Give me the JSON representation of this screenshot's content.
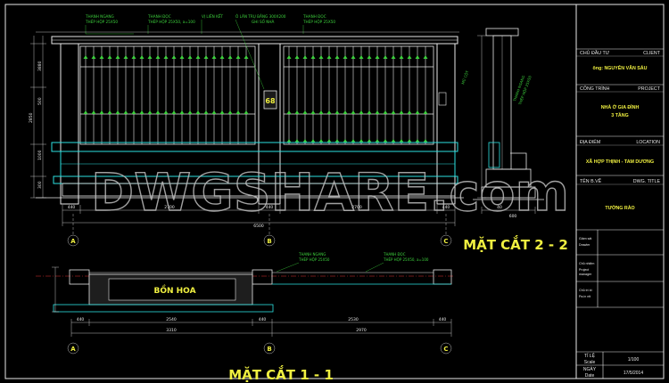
{
  "colors": {
    "bg": "#000000",
    "white": "#e8e8e8",
    "cyan": "#2de0e0",
    "green": "#3cd03c",
    "yellow": "#f0f040",
    "red": "#e23030",
    "grey": "#9a9a9a",
    "watermark": "#bdbdbd"
  },
  "watermark": "DWGSHARE.com",
  "elevation": {
    "labels": {
      "thanh_ngang": "THANH NGANG",
      "thep_hop_1": "THÉP HỘP 25X50",
      "thanh_doc": "THANH ĐỌC",
      "thep_hop_2": "THÉP HỘP 25X50, a=100",
      "vi_lien_ket": "VỊ LIÊN KẾT",
      "o_lan": "Ô LĂN TRỤ BẰNG 300X200",
      "ghi_so_nha": "GHI SỐ NHÀ",
      "thanh_doc_2": "THANH ĐỌC",
      "thep_hop_3": "THÉP HỘP 25X50"
    },
    "house_number": "68",
    "dims_bottom": [
      "440",
      "2700",
      "440",
      "2700",
      "440"
    ],
    "total_dim": "6500",
    "dims_left": [
      "3880",
      "500",
      "1000",
      "300",
      "2850"
    ],
    "axes": [
      "A",
      "B",
      "C"
    ]
  },
  "section22": {
    "title": "MẶT CẮT 2 - 2",
    "dims_bottom": [
      "40",
      "600"
    ],
    "labels": [
      "THANH NGANG",
      "THÉP HỘP 25X50",
      "MŨ CỘT"
    ]
  },
  "section11": {
    "title": "MẶT CẮT 1 - 1",
    "planter": "BỒN HOA",
    "labels": {
      "a": "THANH NGANG",
      "b": "THÉP HỘP 25X50",
      "c": "THANH ĐỌC",
      "d": "THÉP HỘP 25X50, a=100"
    },
    "dims_bottom": [
      "440",
      "2540",
      "440",
      "2530",
      "440"
    ],
    "dims_total": [
      "3310",
      "2970"
    ],
    "axes": [
      "A",
      "B",
      "C"
    ]
  },
  "title_block": {
    "owner_label": "CHỦ ĐẦU TƯ",
    "client_label": "CLIENT",
    "owner_value": "ông: NGUYỄN VĂN SÁU",
    "project_label": "CÔNG TRÌNH",
    "project_label_en": "PROJECT",
    "project_value_1": "NHÀ Ở GIA ĐÌNH",
    "project_value_2": "3 TẦNG",
    "location_label": "ĐỊA ĐIỂM",
    "location_label_en": "LOCATION",
    "location_value": "XÃ HỢP THỊNH - TAM DƯƠNG",
    "title_label": "TÊN B.VẼ",
    "title_label_en": "DWG. TITLE",
    "title_value": "TƯỜNG RÀO",
    "r1a": "Giám sát",
    "r1b": "Drawler",
    "r2a": "Chủ nhiệm",
    "r2b": "Project",
    "r2c": "manager",
    "r3a": "Chủ trì kt",
    "r3b": "Pa.in ntt",
    "scale_label": "TỈ LỆ",
    "scale_label_en": "Scale",
    "scale_value": "1/100",
    "date_label": "NGÀY",
    "date_label_en": "Date",
    "date_value": "17/5/2014"
  }
}
